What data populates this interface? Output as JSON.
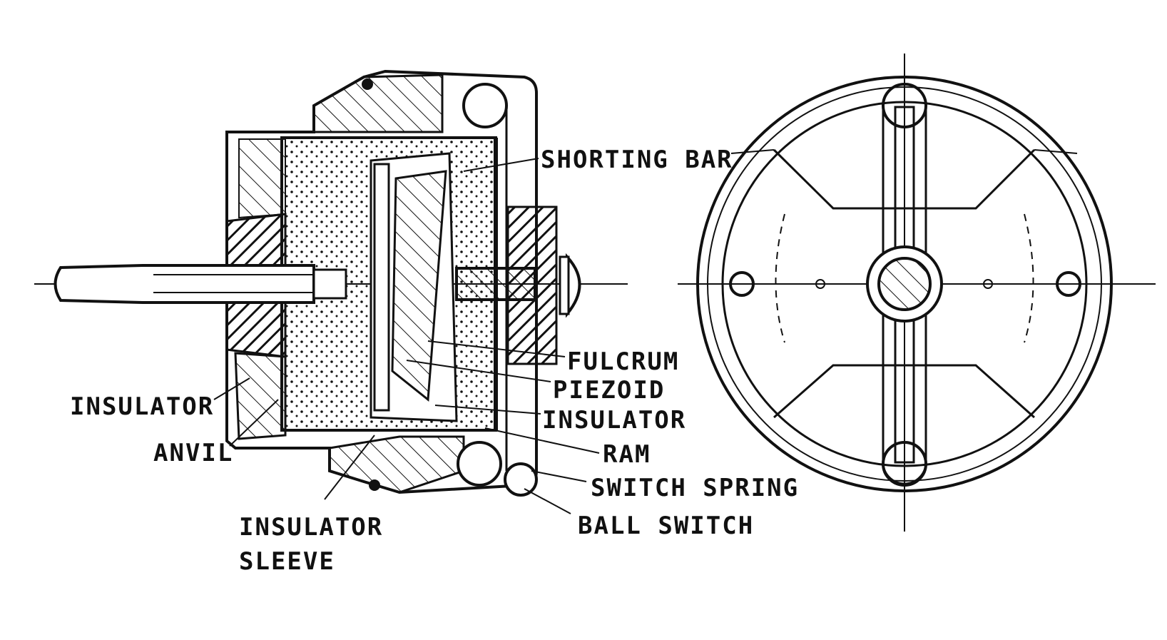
{
  "labels": {
    "shorting_bar": "SHORTING BAR",
    "fulcrum": "FULCRUM",
    "piezoid": "PIEZOID",
    "insulator_inner": "INSULATOR",
    "insulator_left": "INSULATOR",
    "anvil": "ANVIL",
    "ram": "RAM",
    "switch_spring": "SWITCH SPRING",
    "insulator_sleeve_line1": "INSULATOR",
    "insulator_sleeve_line2": "SLEEVE",
    "ball_switch": "BALL SWITCH"
  },
  "colors": {
    "ink": "#111111",
    "paper": "#ffffff"
  }
}
